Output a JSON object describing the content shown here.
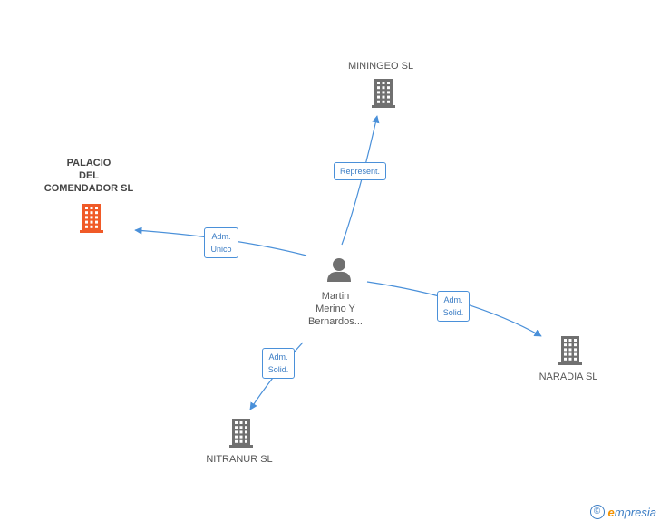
{
  "nodes": [
    {
      "id": "center",
      "type": "person",
      "label": "Martin\nMerino Y\nBernardos..."
    },
    {
      "id": "miningeo",
      "type": "company",
      "label": "MININGEO SL",
      "color": "#707070"
    },
    {
      "id": "palacio",
      "type": "company",
      "label": "PALACIO\nDEL\nCOMENDADOR SL",
      "color": "#f05a28",
      "highlight": true
    },
    {
      "id": "naradia",
      "type": "company",
      "label": "NARADIA  SL",
      "color": "#707070"
    },
    {
      "id": "nitranur",
      "type": "company",
      "label": "NITRANUR  SL",
      "color": "#707070"
    }
  ],
  "edges": [
    {
      "from": "center",
      "to": "miningeo",
      "label": "Represent."
    },
    {
      "from": "center",
      "to": "palacio",
      "label": "Adm.\nUnico"
    },
    {
      "from": "center",
      "to": "naradia",
      "label": "Adm.\nSolid."
    },
    {
      "from": "center",
      "to": "nitranur",
      "label": "Adm.\nSolid."
    }
  ],
  "colors": {
    "edge": "#4a90d9",
    "person": "#707070"
  },
  "footer": {
    "copyright": "©",
    "brand_e": "e",
    "brand_rest": "mpresia"
  }
}
